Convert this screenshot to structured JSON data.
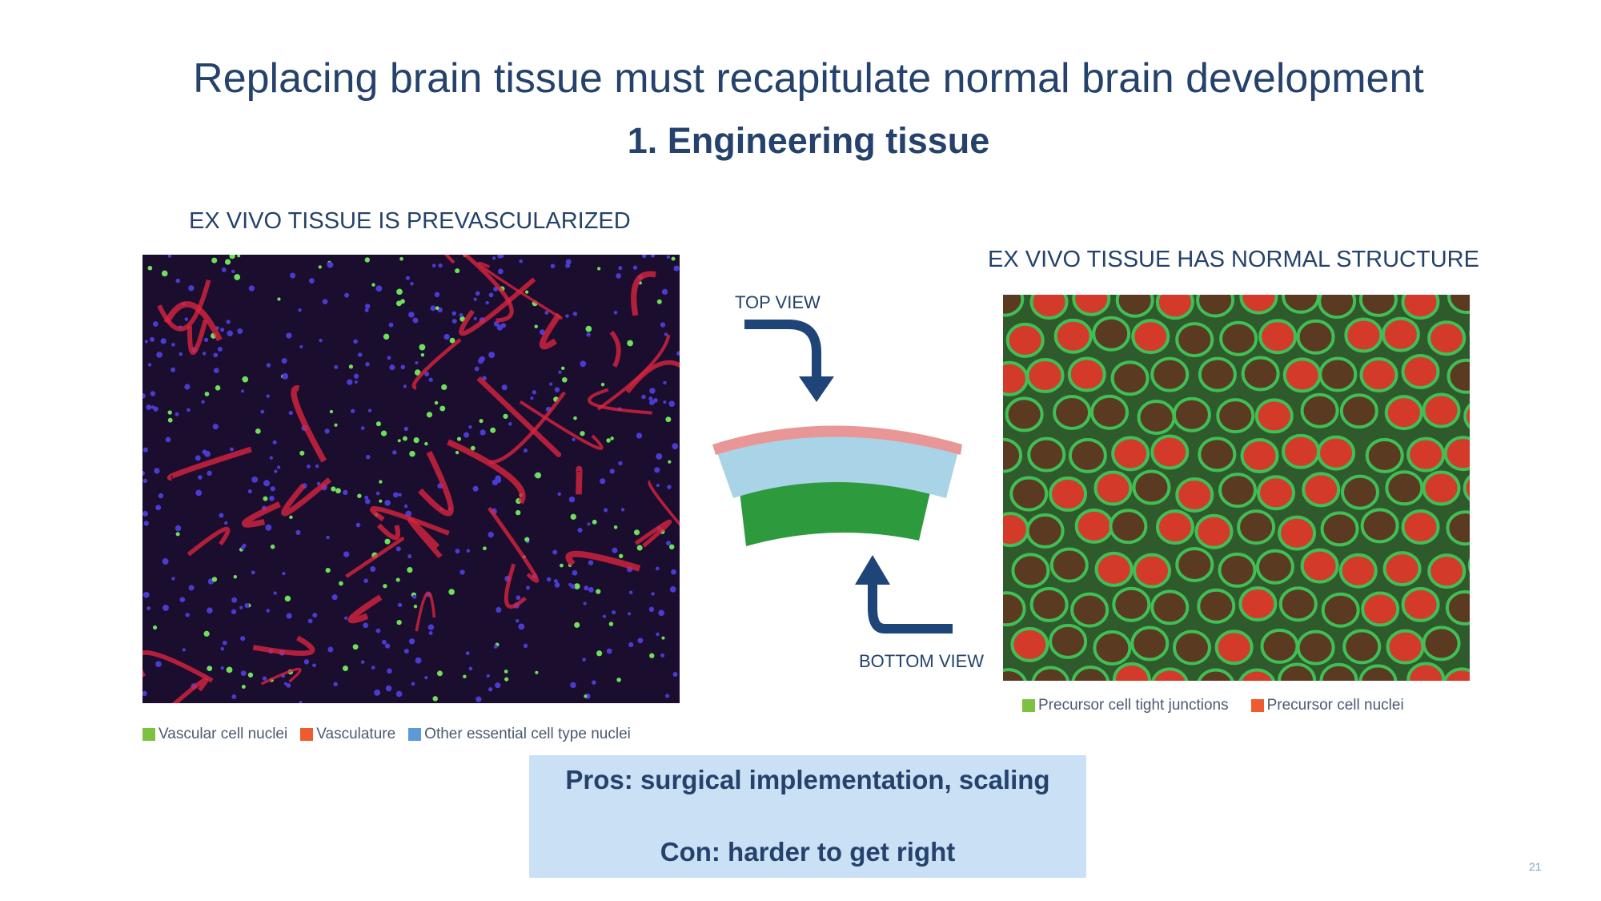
{
  "title": "Replacing brain tissue must recapitulate normal brain development",
  "subtitle": "1. Engineering tissue",
  "left_panel": {
    "heading": "EX VIVO TISSUE IS PREVASCULARIZED",
    "legend": [
      {
        "label": "Vascular cell nuclei",
        "color": "#7dc142"
      },
      {
        "label": "Vasculature",
        "color": "#ef5a2e"
      },
      {
        "label": "Other essential cell type nuclei",
        "color": "#5b9bd5"
      }
    ]
  },
  "diagram": {
    "top_label": "TOP VIEW",
    "bottom_label": "BOTTOM VIEW"
  },
  "right_panel": {
    "heading": "EX VIVO TISSUE HAS NORMAL STRUCTURE",
    "legend": [
      {
        "label": "Precursor cell tight junctions",
        "color": "#7dc142"
      },
      {
        "label": "Precursor cell nuclei",
        "color": "#ef5a2e"
      }
    ]
  },
  "summary": {
    "pros": "Pros: surgical implementation, scaling",
    "con": "Con: harder to get right"
  },
  "page_number": "21"
}
